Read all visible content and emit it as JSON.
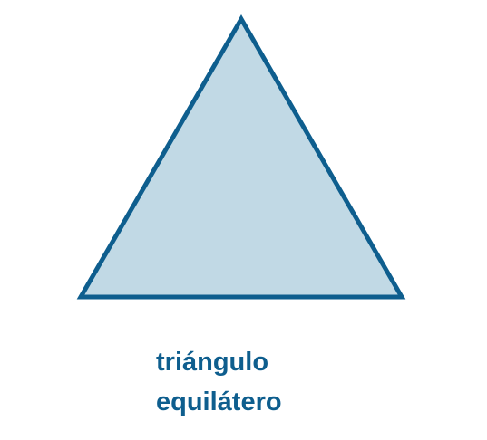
{
  "figure": {
    "shape": "equilateral-triangle",
    "fill_color": "#c1d9e5",
    "stroke_color": "#0e5e8e",
    "label_color": "#0e5e8e"
  },
  "label": {
    "line1": "triángulo",
    "line2": "equilátero"
  }
}
